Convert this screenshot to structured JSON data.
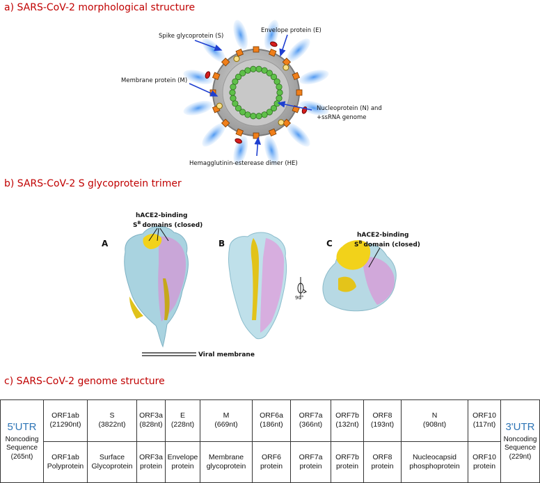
{
  "section_a": {
    "title": "a) SARS-CoV-2 morphological structure",
    "labels": {
      "spike": "Spike glycoprotein (S)",
      "envelope": "Envelope protein (E)",
      "membrane": "Membrane protein (M)",
      "nucleo_1": "Nucleoprotein (N) and",
      "nucleo_2": "+ssRNA genome",
      "he": "Hemagglutinin-esterease dimer (HE)"
    }
  },
  "section_b": {
    "title": "b) SARS-CoV-2 S glycoprotein trimer",
    "panel_a": "A",
    "panel_b": "B",
    "panel_c": "C",
    "a_label_1": "hACE2-binding",
    "a_label_2_pre": "S",
    "a_label_2_sup": "B",
    "a_label_2_post": "domains (closed)",
    "c_label_1": "hACE2-binding",
    "c_label_2_pre": "S",
    "c_label_2_sup": "B",
    "c_label_2_post": "domain (closed)",
    "rotation": "90°",
    "membrane": "Viral membrane"
  },
  "section_c": {
    "title": "c) SARS-CoV-2 genome structure",
    "utr5": {
      "name": "5'UTR",
      "desc": "Noncoding\nSequence\n(265nt)"
    },
    "utr3": {
      "name": "3'UTR",
      "desc": "Noncoding\nSequence\n(229nt)"
    },
    "genes": [
      {
        "top": "ORF1ab\n(21290nt)",
        "bottom": "ORF1ab\nPolyprotein"
      },
      {
        "top": "S\n(3822nt)",
        "bottom": "Surface\nGlycoprotein"
      },
      {
        "top": "ORF3a\n(828nt)",
        "bottom": "ORF3a\nprotein"
      },
      {
        "top": "E\n(228nt)",
        "bottom": "Envelope\nprotein"
      },
      {
        "top": "M\n(669nt)",
        "bottom": "Membrane\nglycoprotein"
      },
      {
        "top": "ORF6a\n(186nt)",
        "bottom": "ORF6\nprotein"
      },
      {
        "top": "ORF7a\n(366nt)",
        "bottom": "ORF7a\nprotein"
      },
      {
        "top": "ORF7b\n(132nt)",
        "bottom": "ORF7b\nprotein"
      },
      {
        "top": "ORF8\n(193nt)",
        "bottom": "ORF8\nprotein"
      },
      {
        "top": "N\n(908nt)",
        "bottom": "Nucleocapsid\nphosphoprotein"
      },
      {
        "top": "ORF10\n(117nt)",
        "bottom": "ORF10\nprotein"
      }
    ]
  }
}
